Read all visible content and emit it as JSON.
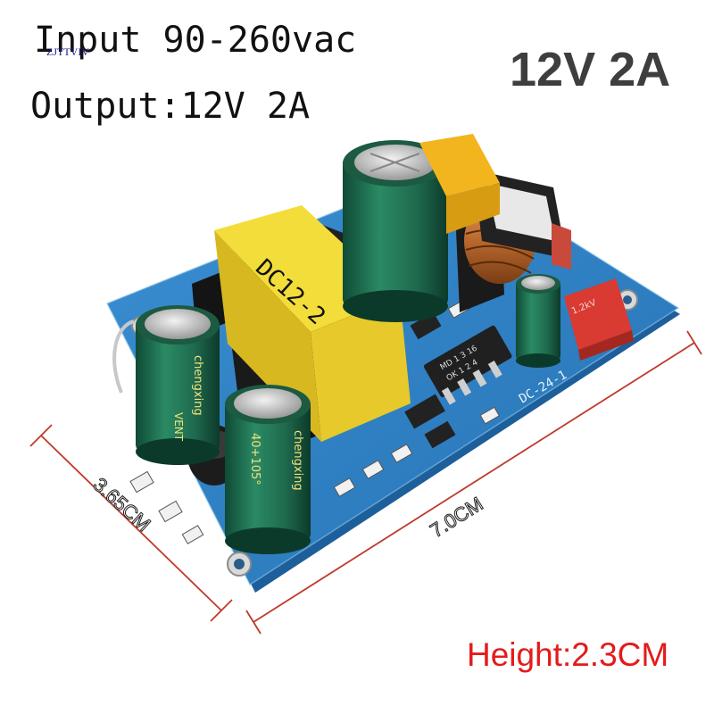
{
  "specs": {
    "input": "Input 90-260vac",
    "output": "Output:12V 2A",
    "rating": "12V 2A",
    "height": "Height:2.3CM"
  },
  "watermark": "ZJTTVIV",
  "dimensions": {
    "length": "7.0CM",
    "width": "3.65CM"
  },
  "board_labels": {
    "transformer": "DC12-2",
    "capacitor_brand": "chengxing",
    "capacitor_vent": "VENT",
    "capacitor_temp": "40+105°",
    "ic_top": "MD 1 3 16",
    "ic_bottom": "OK 1 2 4",
    "board_code": "DC-24-1",
    "cap_rating": "1.2kV"
  },
  "colors": {
    "pcb": "#2e7fc4",
    "pcb_edge": "#1d5f9a",
    "capacitor": "#1f6a4e",
    "transformer_bobbin": "#f2dd3b",
    "transformer_core": "#1a1a1a",
    "safety_cap": "#d93a32",
    "text_red": "#e31b1b",
    "dimension_line": "#c0392b"
  }
}
